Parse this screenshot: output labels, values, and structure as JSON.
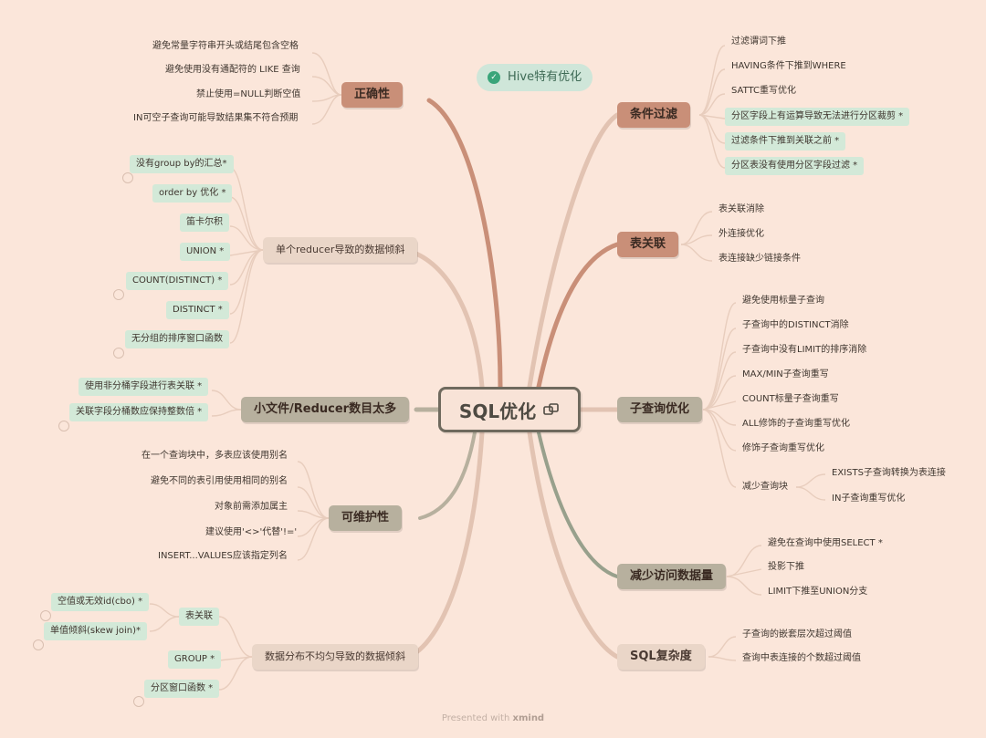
{
  "central": {
    "title": "SQL优化",
    "icon": "link-copy-icon"
  },
  "hive_tag": {
    "label": "Hive特有优化",
    "icon": "check-circle-icon"
  },
  "footer": {
    "prefix": "Presented with",
    "brand": "xmind"
  },
  "colors": {
    "background": "#fbe6da",
    "copper": "#c98f78",
    "gray": "#b7b09e",
    "green_tag": "#d3e9d8"
  },
  "branches": {
    "correctness": {
      "title": "正确性",
      "children": [
        "避免常量字符串开头或结尾包含空格",
        "避免使用没有通配符的 LIKE 查询",
        "禁止使用=NULL判断空值",
        "IN可空子查询可能导致结果集不符合预期"
      ]
    },
    "single_reducer": {
      "title": "单个reducer导致的数据倾斜",
      "children": [
        "没有group by的汇总*",
        "order by 优化 *",
        "笛卡尔积",
        "UNION *",
        "COUNT(DISTINCT) *",
        "DISTINCT *",
        "无分组的排序窗口函数"
      ]
    },
    "small_files": {
      "title": "小文件/Reducer数目太多",
      "children": [
        "使用非分桶字段进行表关联 *",
        "关联字段分桶数应保持整数倍 *"
      ]
    },
    "maintainability": {
      "title": "可维护性",
      "children": [
        "在一个查询块中，多表应该使用别名",
        "避免不同的表引用使用相同的别名",
        "对象前需添加属主",
        "建议使用'<>'代替'!='",
        "INSERT...VALUES应该指定列名"
      ]
    },
    "uneven_data": {
      "title": "数据分布不均匀导致的数据倾斜",
      "join": {
        "title": "表关联",
        "children": [
          "空值或无效id(cbo) *",
          "单值倾斜(skew join)*"
        ]
      },
      "children": [
        "GROUP *",
        "分区窗口函数 *"
      ]
    },
    "condition_filter": {
      "title": "条件过滤",
      "children": [
        "过滤谓词下推",
        "HAVING条件下推到WHERE",
        "SATTC重写优化",
        "分区字段上有运算导致无法进行分区裁剪 *",
        "过滤条件下推到关联之前 *",
        "分区表没有使用分区字段过滤 *"
      ]
    },
    "table_join": {
      "title": "表关联",
      "children": [
        "表关联消除",
        "外连接优化",
        "表连接缺少链接条件"
      ]
    },
    "subquery": {
      "title": "子查询优化",
      "children": [
        "避免使用标量子查询",
        "子查询中的DISTINCT消除",
        "子查询中没有LIMIT的排序消除",
        "MAX/MIN子查询重写",
        "COUNT标量子查询重写",
        "ALL修饰的子查询重写优化",
        "修饰子查询重写优化"
      ],
      "reduce_blocks": {
        "title": "减少查询块",
        "children": [
          "EXISTS子查询转换为表连接",
          "IN子查询重写优化"
        ]
      }
    },
    "reduce_access": {
      "title": "减少访问数据量",
      "children": [
        "避免在查询中使用SELECT *",
        "投影下推",
        "LIMIT下推至UNION分支"
      ]
    },
    "complexity": {
      "title": "SQL复杂度",
      "children": [
        "子查询的嵌套层次超过阈值",
        "查询中表连接的个数超过阈值"
      ]
    }
  }
}
